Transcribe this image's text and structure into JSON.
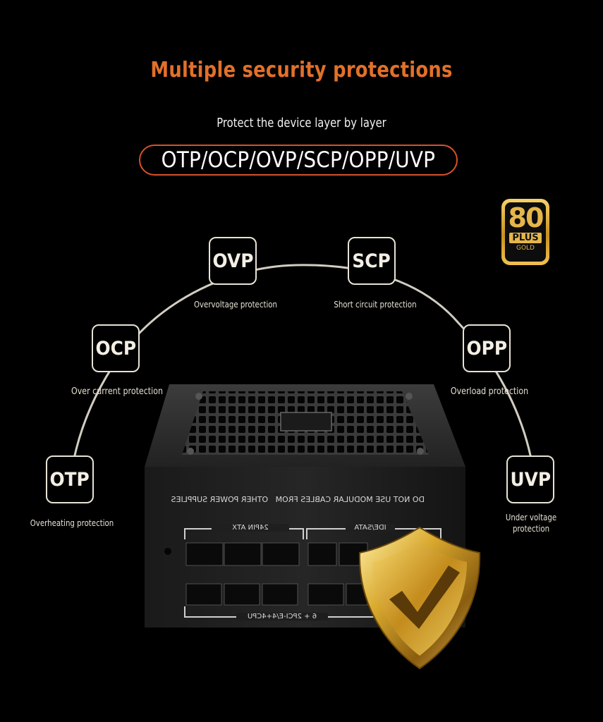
{
  "header": {
    "title": "Multiple security protections",
    "subtitle": "Protect the device layer by layer",
    "protections_list": "OTP/OCP/OVP/SCP/OPP/UVP"
  },
  "badge": {
    "top": "80",
    "middle": "PLUS",
    "bottom": "GOLD",
    "color": "#e6b64a"
  },
  "nodes": {
    "otp": {
      "label": "OTP",
      "caption": "Overheating protection"
    },
    "ocp": {
      "label": "OCP",
      "caption": "Over current protection"
    },
    "ovp": {
      "label": "OVP",
      "caption": "Overvoltage protection"
    },
    "scp": {
      "label": "SCP",
      "caption": "Short circuit protection"
    },
    "opp": {
      "label": "OPP",
      "caption": "Overload protection"
    },
    "uvp": {
      "label": "UVP",
      "caption_line1": "Under voltage",
      "caption_line2": "protection"
    }
  },
  "psu": {
    "warning": "DO NOT USE MODULAR CABLES FROM   OTHER POWER SUPPLIES",
    "port_24pin": "24PIN ATX",
    "port_ide": "IDE/SATA",
    "port_pcie": "6 + 2PCI-E/4+4CPU"
  },
  "colors": {
    "accent": "#e2702a",
    "pill_border": "#d8502a",
    "node_border": "#e9e3d6"
  }
}
